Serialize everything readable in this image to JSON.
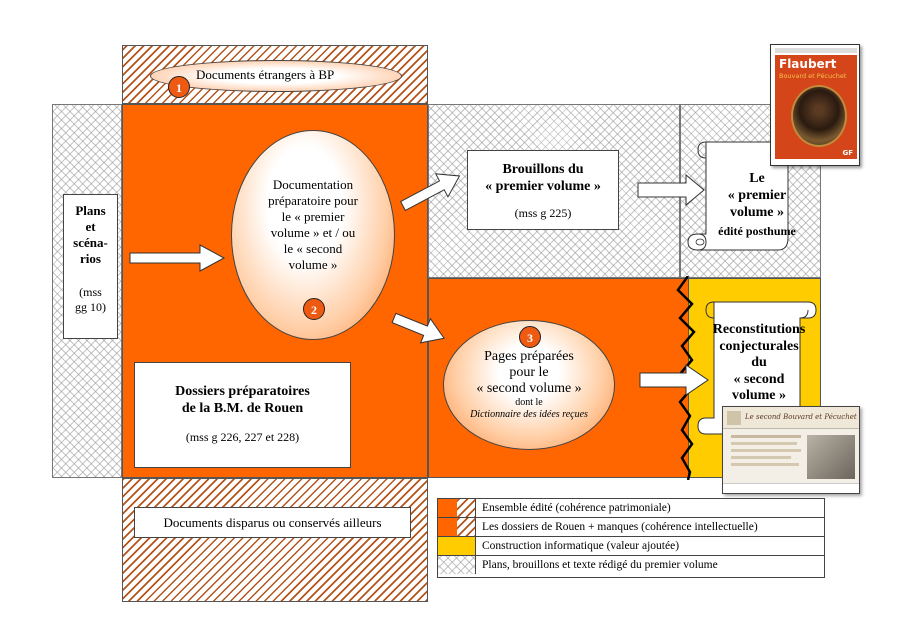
{
  "top_doc": {
    "number": "1",
    "label": "Documents étrangers à BP"
  },
  "plans": {
    "title_lines": [
      "Plans",
      "et",
      "scéna-",
      "rios"
    ],
    "ref_lines": [
      "(mss",
      "gg 10)"
    ]
  },
  "documentation": {
    "lines": [
      "Documentation",
      "préparatoire pour",
      "le « premier",
      "volume » et / ou",
      "le « second",
      "volume »"
    ],
    "number": "2"
  },
  "dossiers": {
    "title_lines": [
      "Dossiers préparatoires",
      "de la B.M. de Rouen"
    ],
    "ref": "(mss g 226, 227 et 228)"
  },
  "brouillons": {
    "title_lines": [
      "Brouillons du",
      "« premier volume »"
    ],
    "ref": "(mss g 225)"
  },
  "premier_volume": {
    "lines": [
      "Le",
      "« premier",
      "volume »"
    ],
    "sub": "édité posthume"
  },
  "pages_preparees": {
    "number": "3",
    "lines": [
      "Pages préparées",
      "pour le",
      "« second volume »"
    ],
    "dont": "dont le",
    "dict": "Dictionnaire des idées reçues"
  },
  "reconstitutions": {
    "lines": [
      "Reconstitutions",
      "conjecturales",
      "du",
      "« second",
      "volume »"
    ]
  },
  "disparus": {
    "label": "Documents disparus ou conservés ailleurs"
  },
  "book_cover": {
    "series": "Flaubert",
    "title": "Bouvard et Pécuchet",
    "publisher_mark": "GF"
  },
  "website_thumb": {
    "title": "Le second Bouvard et Pécuchet"
  },
  "legend": [
    {
      "label": "Ensemble édité (cohérence patrimoniale)"
    },
    {
      "label": "Les dossiers de Rouen + manques (cohérence intellectuelle)"
    },
    {
      "label": "Construction informatique (valeur ajoutée)"
    },
    {
      "label": "Plans, brouillons et texte rédigé du premier volume"
    }
  ],
  "colors": {
    "orange": "#ff6600",
    "yellow": "#ffcc00",
    "hatch": "#b5541a"
  }
}
